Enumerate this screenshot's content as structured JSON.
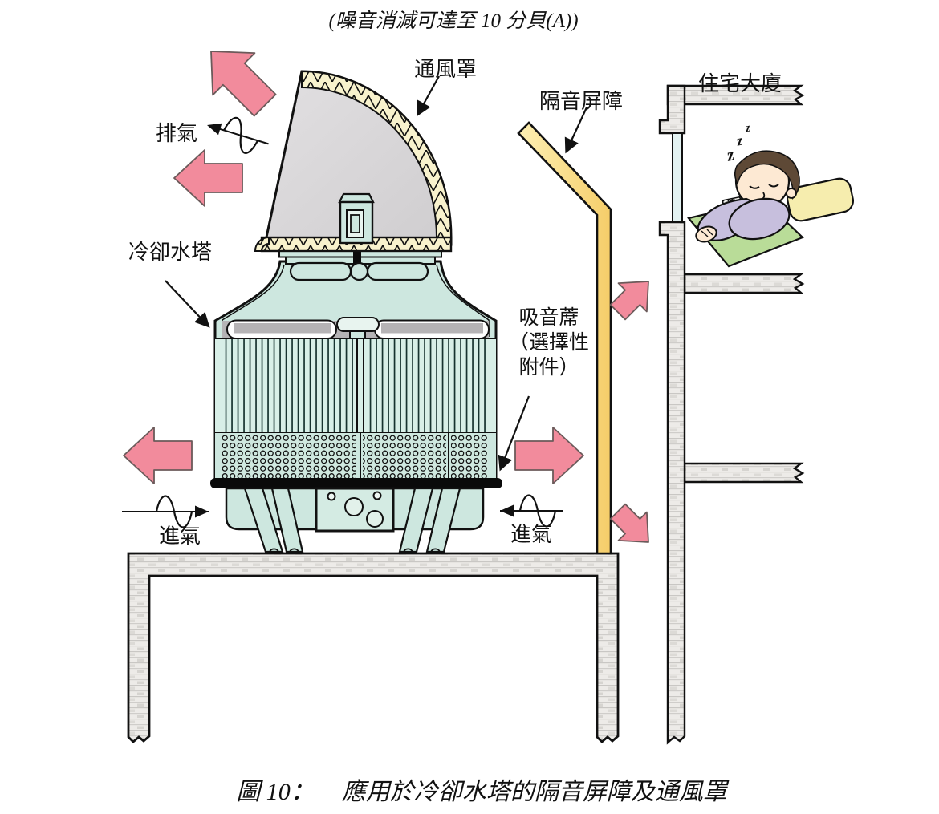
{
  "title_note": "(噪音消減可達至 10 分貝(A))",
  "caption": {
    "prefix": "圖 10：",
    "text": "應用於冷卻水塔的隔音屏障及通風罩"
  },
  "labels": {
    "hood": "通風罩",
    "barrier": "隔音屏障",
    "building": "住宅大廈",
    "exhaust": "排氣",
    "cooling_tower": "冷卻水塔",
    "absorber_line1": "吸音蓆",
    "absorber_line2": "（選擇性",
    "absorber_line3": "附件）",
    "intake_left": "進氣",
    "intake_right": "進氣",
    "z": "z"
  },
  "icons": {
    "noise_wave": "sine-wave-arrow",
    "airflow": "pink-block-arrow",
    "leader": "black-pointer-arrow"
  },
  "colors": {
    "teal_body": "#cde7df",
    "teal_light": "#d8efe7",
    "hood_gray": "#d6d4d6",
    "truss_cream": "#f8f2cd",
    "barrier_yellow_light": "#fdf0b4",
    "barrier_yellow_dark": "#f5cd69",
    "arrow_pink": "#f28b9c",
    "brick_gray": "#edebe8",
    "window_glass": "#e3f2f2",
    "louver_gray": "#b5b3b5",
    "mat_black": "#0a0a0a",
    "blanket_green": "#b9dc98",
    "pillow_yellow": "#f6edae",
    "sweater_purple": "#c7bfdd",
    "skin": "#fde9d3",
    "hair_brown": "#5e4936"
  }
}
